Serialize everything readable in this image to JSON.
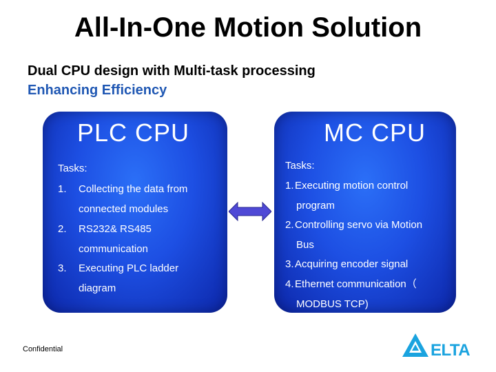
{
  "title": "All-In-One Motion Solution",
  "subtitle_line1": "Dual CPU design with Multi-task processing",
  "subtitle_line2": "Enhancing Efficiency",
  "colors": {
    "subtitle_accent": "#1f57b3",
    "panel_blue": "#1d4fe3",
    "logo_blue": "#1aa3df"
  },
  "plc": {
    "title": "PLC CPU",
    "tasks_label": "Tasks:",
    "tasks": [
      {
        "num": "1.",
        "line1": "Collecting the data from",
        "line2": "connected modules"
      },
      {
        "num": "2.",
        "line1": "RS232& RS485",
        "line2": "communication"
      },
      {
        "num": "3.",
        "line1": "Executing PLC ladder",
        "line2": "diagram"
      }
    ]
  },
  "mc": {
    "title": "MC CPU",
    "tasks_label": "Tasks:",
    "tasks": [
      {
        "num": "1.",
        "line1": "Executing motion control",
        "line2": "program"
      },
      {
        "num": "2.",
        "line1": "Controlling servo via Motion",
        "line2": "Bus"
      },
      {
        "num": "3.",
        "line1": "Acquiring encoder signal",
        "line2": ""
      },
      {
        "num": "4.",
        "line1": "Ethernet communication（",
        "line2": "MODBUS TCP)"
      }
    ]
  },
  "footer": {
    "confidential": "Confidential",
    "logo_icon": "delta-triangle-icon",
    "logo_text": "ELTA"
  }
}
